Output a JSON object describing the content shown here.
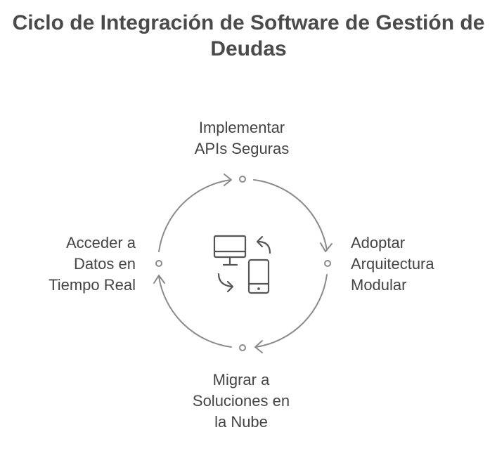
{
  "title": {
    "line1": "Ciclo de Integración de Software de Gestión de",
    "line2": "Deudas"
  },
  "steps": [
    {
      "lines": [
        "Implementar",
        "APIs Seguras"
      ]
    },
    {
      "lines": [
        "Adoptar",
        "Arquitectura",
        "Modular"
      ]
    },
    {
      "lines": [
        "Migrar a",
        "Soluciones en",
        "la Nube"
      ]
    },
    {
      "lines": [
        "Acceder a",
        "Datos en",
        "Tiempo Real"
      ]
    }
  ],
  "center_icon": "desktop-mobile-sync-icon",
  "colors": {
    "text": "#444444",
    "title": "#4a4a4a",
    "stroke": "#8a8a8a"
  }
}
